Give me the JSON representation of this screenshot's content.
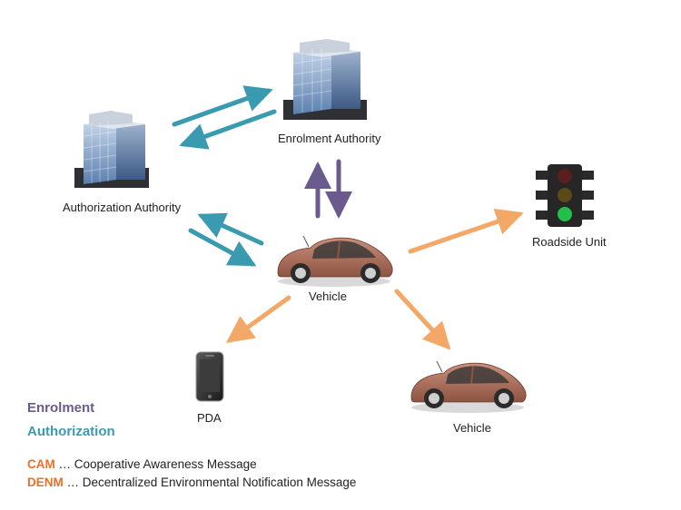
{
  "nodes": {
    "enrolment_authority": "Enrolment Authority",
    "authorization_authority": "Authorization Authority",
    "roadside_unit": "Roadside Unit",
    "vehicle_main": "Vehicle",
    "vehicle_secondary": "Vehicle",
    "pda": "PDA"
  },
  "legend": {
    "enrolment": "Enrolment",
    "authorization": "Authorization",
    "cam_abbr": "CAM",
    "cam_text": " … Cooperative Awareness Message",
    "denm_abbr": "DENM",
    "denm_text": " … Decentralized Environmental Notification Message"
  },
  "colors": {
    "enrolment": "#6a5a8e",
    "authorization": "#3a9bb0",
    "message": "#f0a060",
    "abbr": "#e8702a"
  }
}
